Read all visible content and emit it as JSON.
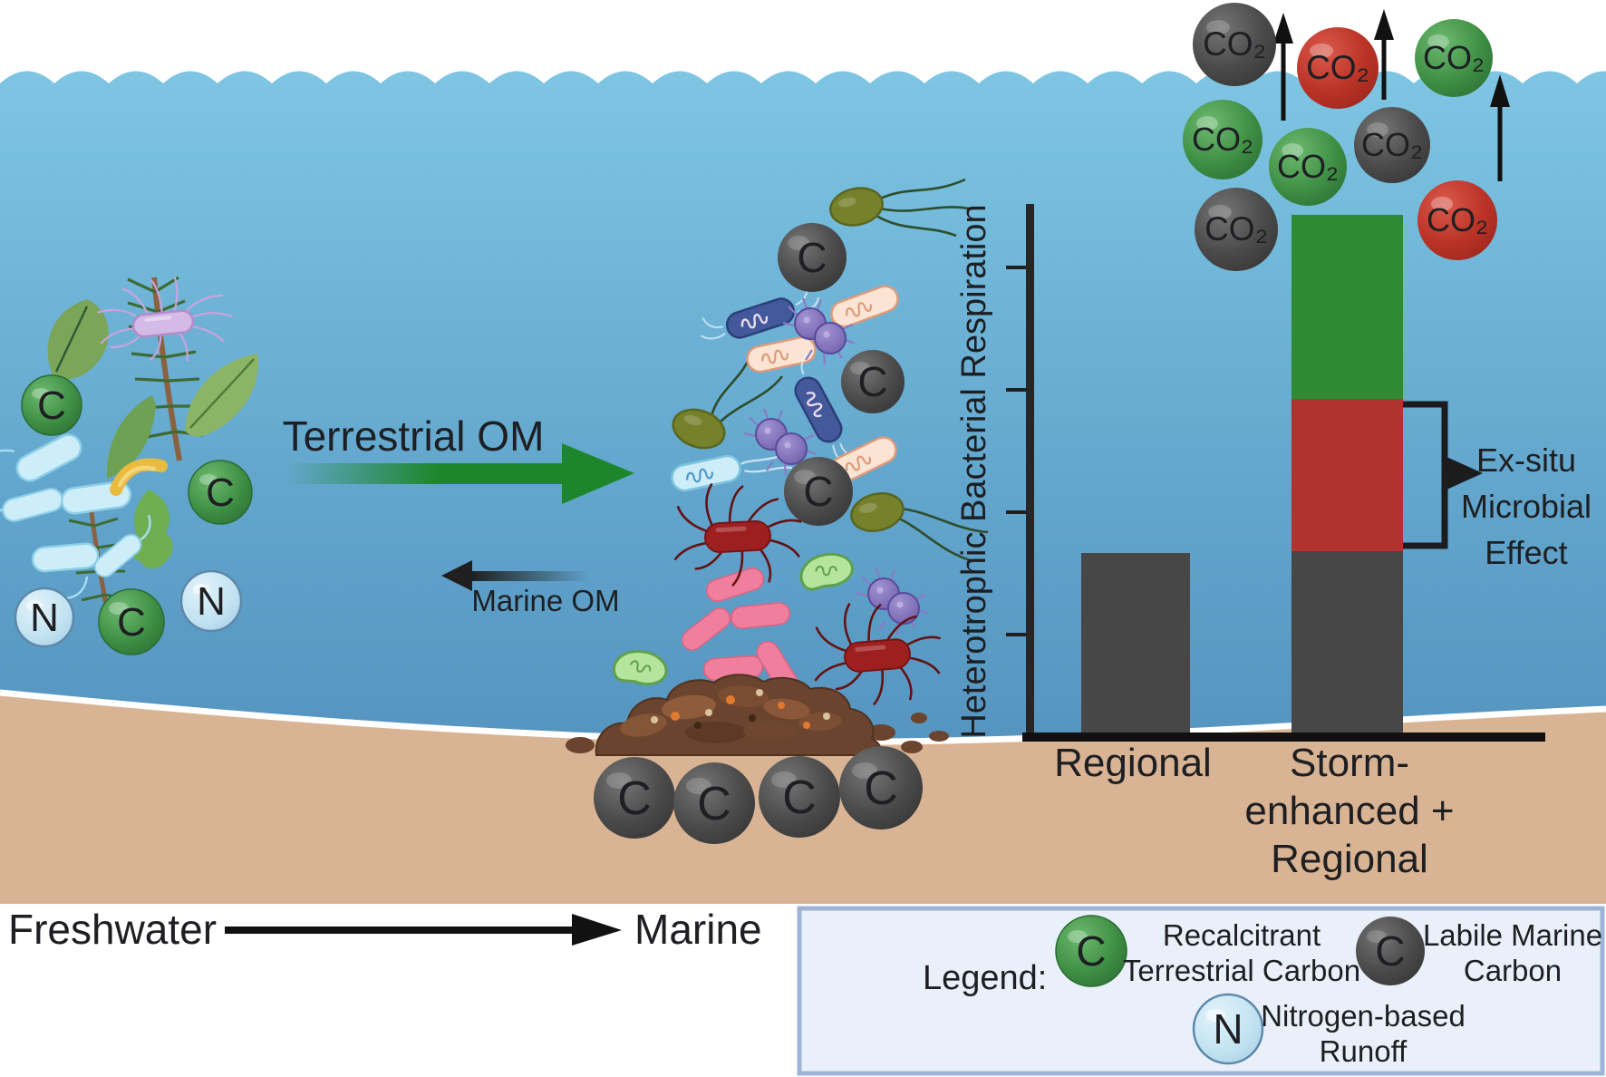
{
  "figure": {
    "region_labels": {
      "freshwater": "Freshwater",
      "marine": "Marine"
    },
    "flux_arrows": {
      "terrestrial": "Terrestrial OM",
      "marine": "Marine OM"
    }
  },
  "glyphs": {
    "carbon": "C",
    "nitrogen": "N"
  },
  "co2_emissions": {
    "label": "CO₂",
    "bubble_colors": [
      "gray",
      "red",
      "green",
      "green",
      "green",
      "gray",
      "gray",
      "red"
    ],
    "up_arrow_count": 3
  },
  "colors": {
    "water_top": "#7fc7e4",
    "water_bottom": "#4d89b6",
    "sand": "#d9b494",
    "terrestrial_carbon_green": "#3e8e44",
    "labile_marine_carbon_gray": "#474747",
    "ex_situ_red": "#b23230",
    "nitrogen_blue": "#bfe0f0",
    "terrestrial_arrow_green": "#1d862b"
  },
  "chart_data": {
    "type": "bar",
    "stacked": true,
    "title": "",
    "xlabel": "",
    "ylabel": "Heterotrophic Bacterial Respiration",
    "categories": [
      "Regional",
      "Storm-enhanced + Regional"
    ],
    "x_tick_lines": {
      "regional": [
        "Regional"
      ],
      "storm": [
        "Storm-",
        "enhanced +",
        "Regional"
      ]
    },
    "series": [
      {
        "name": "Labile Marine Carbon (regional baseline)",
        "color": "#474747",
        "values": [
          36,
          36
        ]
      },
      {
        "name": "Ex-situ Microbial Effect",
        "color": "#b23230",
        "values": [
          0,
          29
        ]
      },
      {
        "name": "Recalcitrant Terrestrial Carbon",
        "color": "#2e8b33",
        "values": [
          0,
          35
        ]
      }
    ],
    "ylim": [
      0,
      100
    ],
    "numeric_axis_labels": false,
    "y_tick_count": 4,
    "legend_position": "none",
    "annotation": {
      "lines": [
        "Ex-situ",
        "Microbial",
        "Effect"
      ],
      "points_to": "red segment of storm bar"
    }
  },
  "legend": {
    "title": "Legend:",
    "items": [
      {
        "symbol": "C",
        "symbol_color": "#3e8e44",
        "lines": [
          "Recalcitrant",
          "Terrestrial Carbon"
        ]
      },
      {
        "symbol": "C",
        "symbol_color": "#474747",
        "lines": [
          "Labile Marine",
          "Carbon"
        ]
      },
      {
        "symbol": "N",
        "symbol_color": "#bfe0f0",
        "lines": [
          "Nitrogen-based",
          "Runoff"
        ]
      }
    ]
  }
}
